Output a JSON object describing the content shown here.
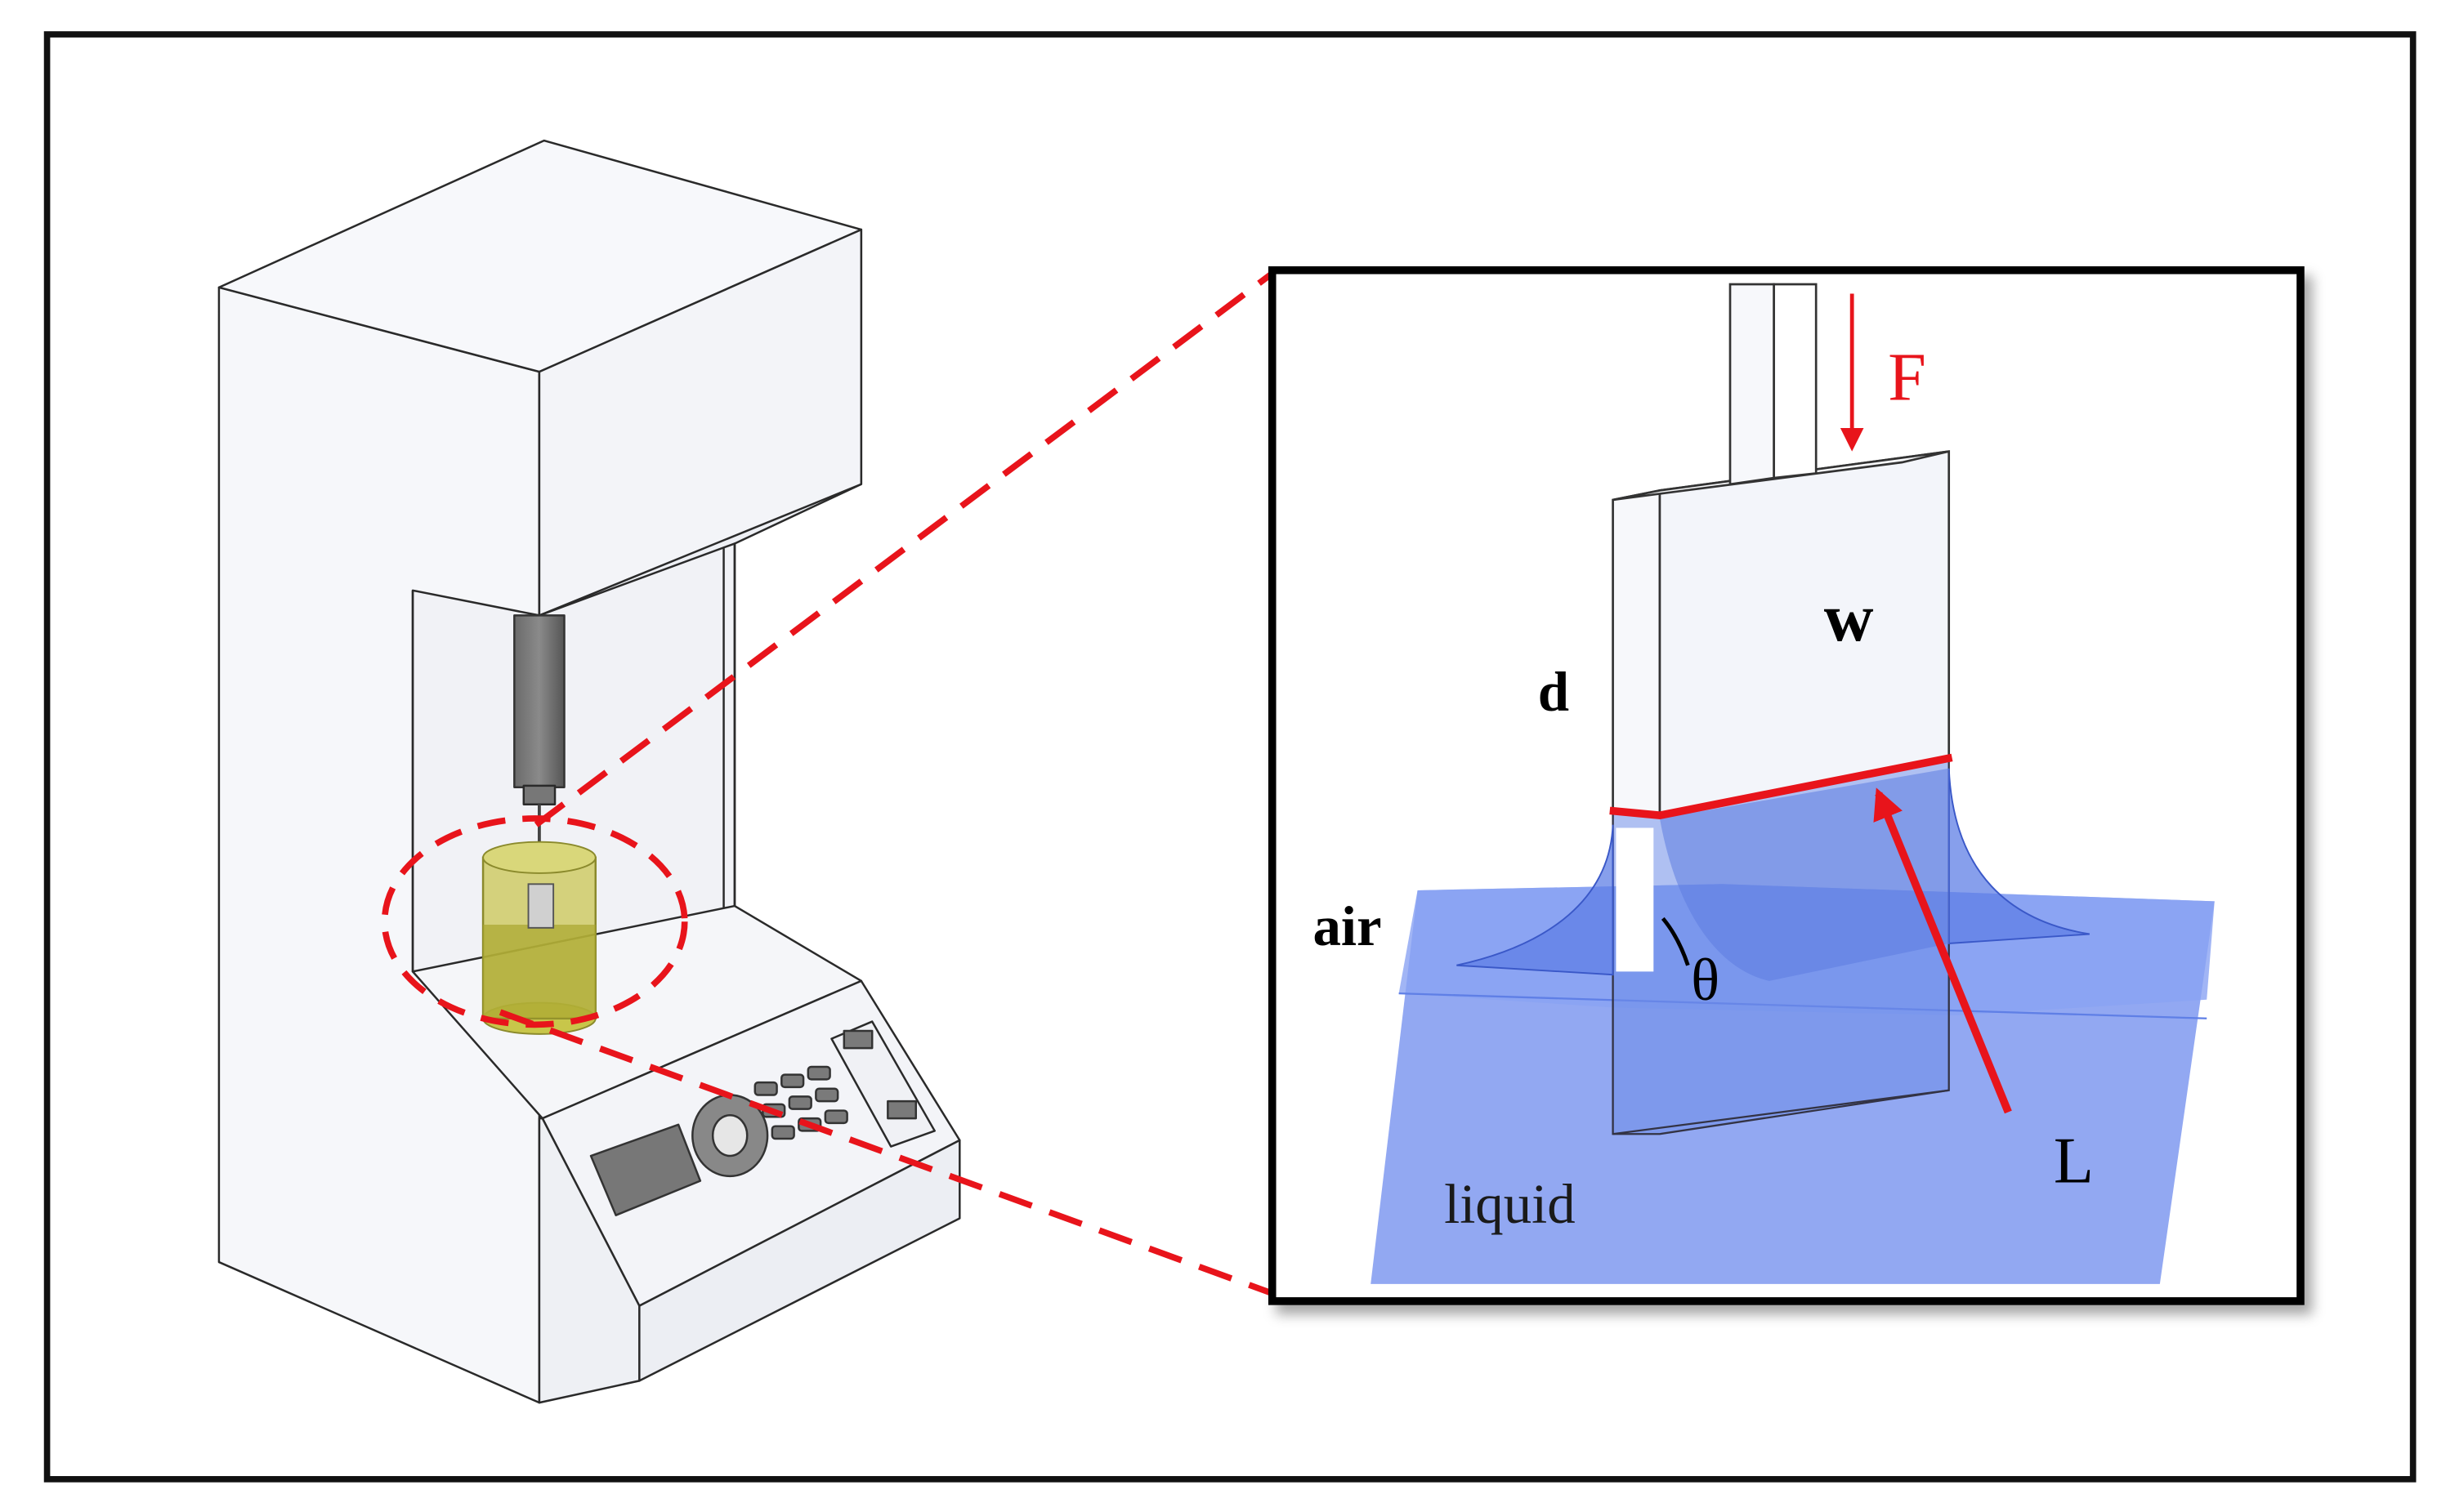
{
  "labels": {
    "force": "F",
    "width": "w",
    "thickness": "d",
    "air": "air",
    "contact_angle": "θ",
    "liquid": "liquid",
    "wetted_length": "L"
  },
  "colors": {
    "frame": "#111111",
    "accent": "#e8141b",
    "liquid": "#7f99f0",
    "liquid_dark": "#5f7fe6",
    "beaker": "#b9bb3c",
    "device": "#f4f5f8",
    "outline": "#2a2a2a"
  }
}
